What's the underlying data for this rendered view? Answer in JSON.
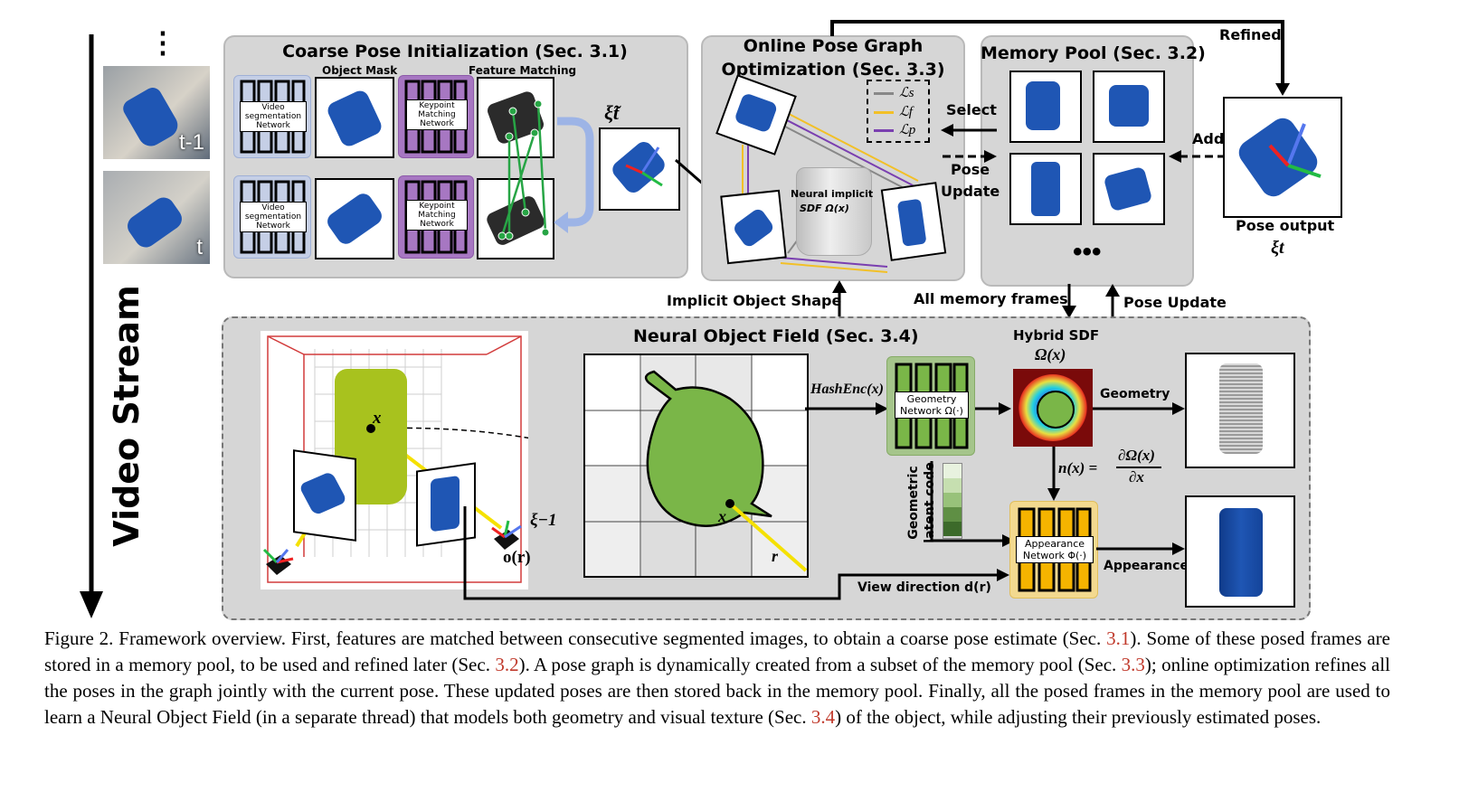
{
  "video_stream": {
    "label": "Video Stream",
    "frame_prev_label": "t-1",
    "frame_curr_label": "t",
    "ellipsis": "⋮"
  },
  "coarse": {
    "title": "Coarse Pose Initialization (Sec. 3.1)",
    "object_mask_label": "Object Mask",
    "feature_matching_label": "Feature Matching",
    "video_seg_net": "Video segmentation Network",
    "keypoint_net": "Keypoint Matching Network",
    "pose_symbol": "ξ̃t"
  },
  "pose_graph": {
    "title_line1": "Online Pose Graph",
    "title_line2": "Optimization (Sec. 3.3)",
    "legend": [
      "ℒs",
      "ℒf",
      "ℒp"
    ],
    "legend_colors": [
      "#888888",
      "#f2c027",
      "#7a3fb0"
    ],
    "sdf_label_line1": "Neural implicit",
    "sdf_label_line2": "SDF Ω(x)"
  },
  "memory_pool": {
    "title": "Memory Pool (Sec. 3.2)",
    "ellipsis": "•••",
    "select_label": "Select",
    "pose_update_line1": "Pose",
    "pose_update_line2": "Update",
    "add_label": "Add",
    "refined_label": "Refined",
    "pose_output_label": "Pose output",
    "pose_output_symbol": "ξt"
  },
  "links": {
    "implicit_object_shape": "Implicit Object Shape",
    "all_memory_frames": "All memory frames",
    "pose_update": "Pose Update"
  },
  "neural_field": {
    "title": "Neural Object Field (Sec. 3.4)",
    "x_label": "x",
    "xi_inv_label": "ξ−1",
    "origin_label": "o(r)",
    "r_label": "r",
    "hashenc_label": "HashEnc(x)",
    "geometry_net": "Geometry Network Ω(·)",
    "hybrid_sdf_line1": "Hybrid SDF",
    "hybrid_sdf_line2": "Ω(x)",
    "geometry_label": "Geometry",
    "normal_label": "n(x) =",
    "normal_num": "∂Ω(x)",
    "normal_den": "∂x",
    "latent_line1": "Geometric",
    "latent_line2": "latent code",
    "appearance_net": "Appearance Network Φ(·)",
    "appearance_label": "Appearance",
    "view_direction_label": "View direction d(r)",
    "accent_green": "#7ab648"
  },
  "caption": {
    "prefix": "Figure 2.  Framework overview.  First, features are matched between consecutive segmented images, to obtain a coarse pose estimate (Sec. ",
    "ref1": "3.1",
    "part2": ").  Some of these posed frames are stored in a memory pool, to be used and refined later (Sec. ",
    "ref2": "3.2",
    "part3": ").  A pose graph is dynamically created from a subset of the memory pool (Sec. ",
    "ref3": "3.3",
    "part4": "); online optimization refines all the poses in the graph jointly with the current pose.  These updated poses are then stored back in the memory pool.  Finally, all the posed frames in the memory pool are used to learn a Neural Object Field (in a separate thread) that models both geometry and visual texture (Sec. ",
    "ref4": "3.4",
    "part5": ") of the object, while adjusting their previously estimated poses."
  }
}
